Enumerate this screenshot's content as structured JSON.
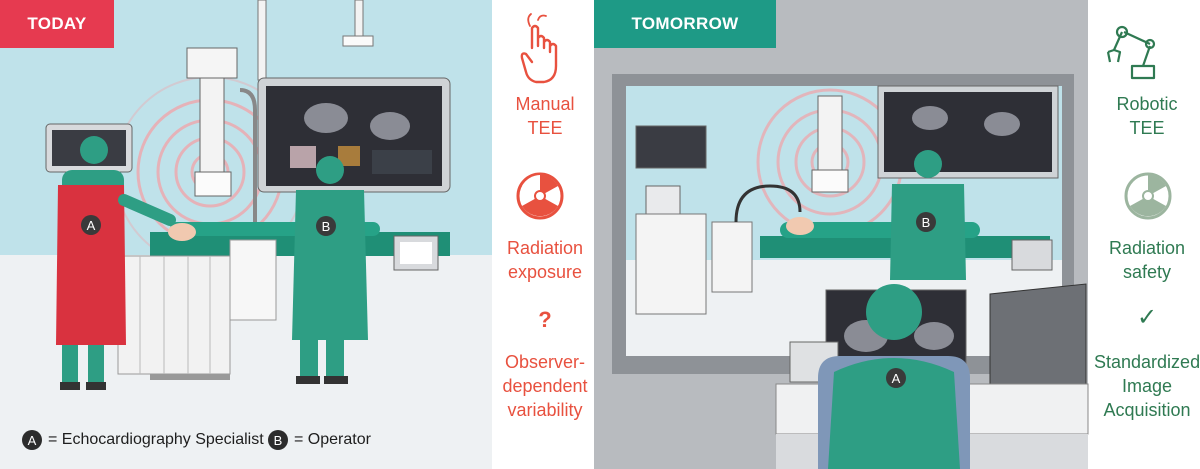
{
  "panels": {
    "today_label": "TODAY",
    "tomorrow_label": "TOMORROW"
  },
  "left_features": [
    {
      "icon": "hand-pointer-icon",
      "text": "Manual\nTEE"
    },
    {
      "icon": "radiation-icon",
      "text": "Radiation\nexposure"
    },
    {
      "icon": "question-mark-icon",
      "text": "?"
    },
    {
      "icon": "",
      "text": "Observer-\ndependent\nvariability"
    }
  ],
  "right_features": [
    {
      "icon": "robotic-arm-icon",
      "text": "Robotic\nTEE"
    },
    {
      "icon": "radiation-icon",
      "text": "Radiation\nsafety"
    },
    {
      "icon": "checkmark-icon",
      "text": "✓"
    },
    {
      "icon": "",
      "text": "Standardized\nImage\nAcquisition"
    }
  ],
  "legend": {
    "a_badge": "A",
    "a_text": "= Echocardiography Specialist",
    "b_badge": "B",
    "b_text": "= Operator"
  },
  "scene_badges": {
    "today_a": "A",
    "today_b": "B",
    "tomorrow_b": "B",
    "tomorrow_a": "A"
  },
  "colors": {
    "today_accent": "#e63a50",
    "tomorrow_accent": "#1e9a86",
    "manual_text": "#e8513f",
    "robotic_text": "#2f7a52",
    "scrubs": "#2e9e84",
    "apron": "#d9323f"
  }
}
